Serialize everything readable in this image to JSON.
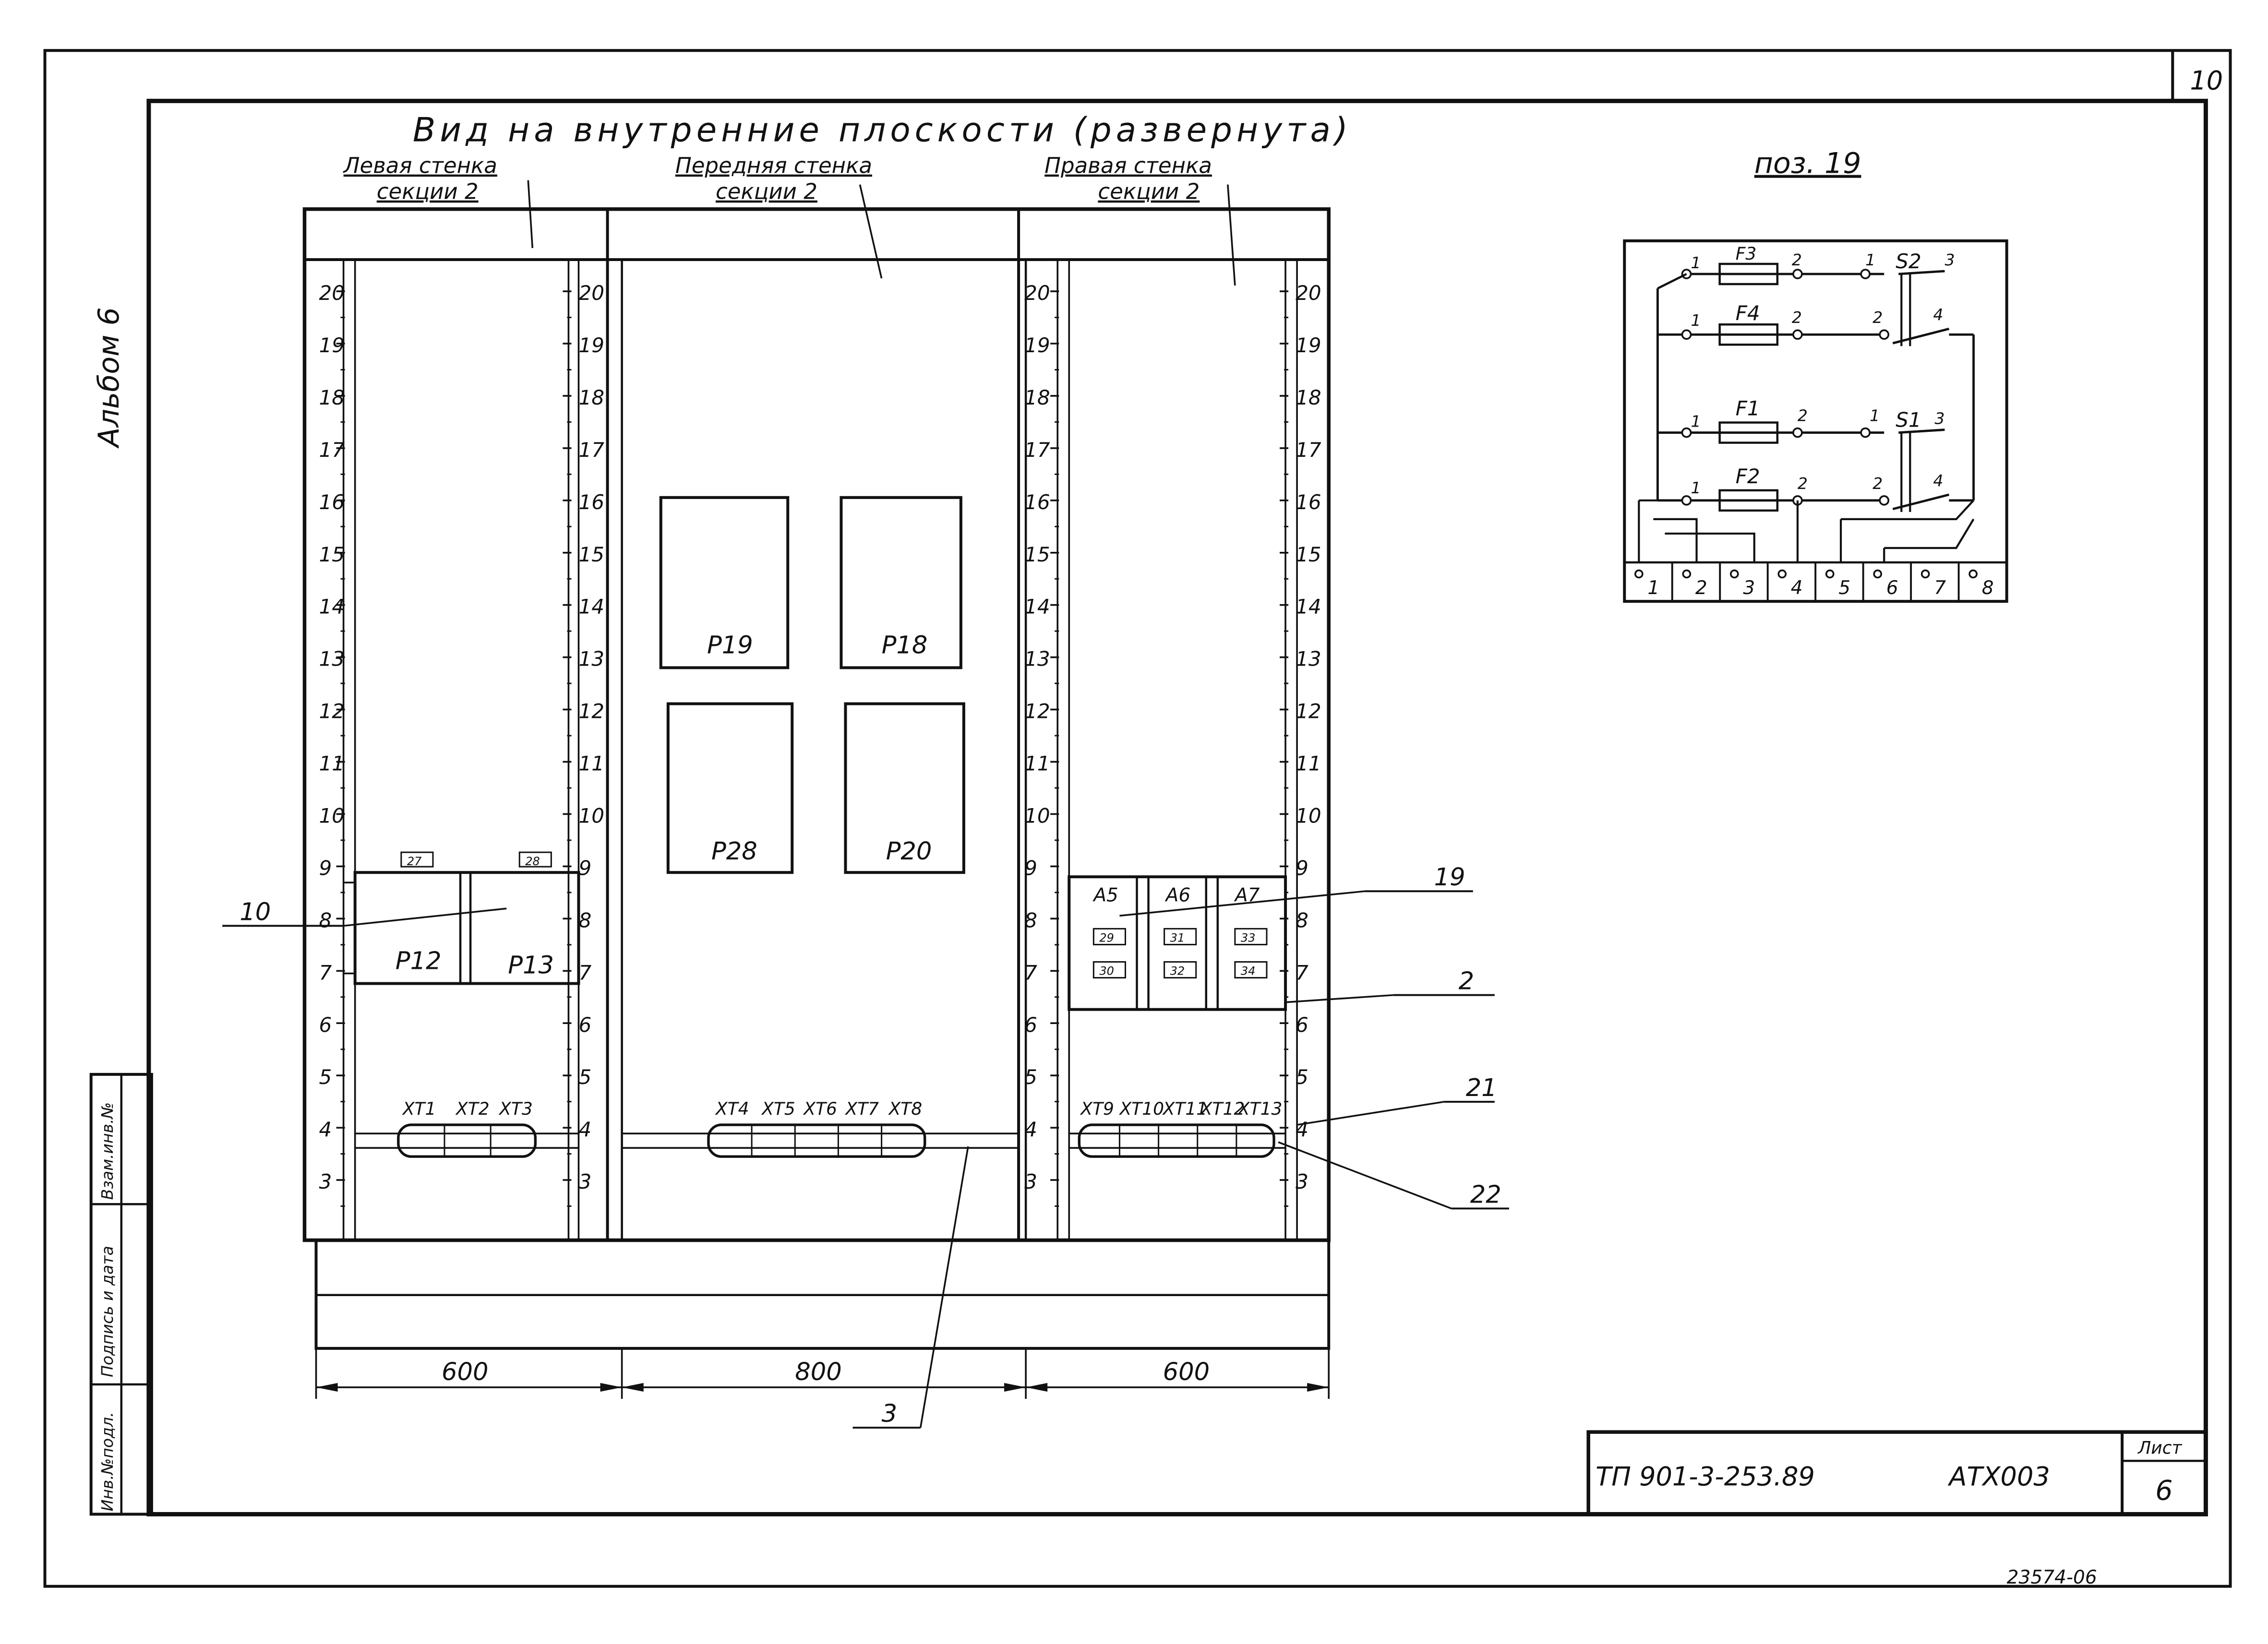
{
  "sheet_number_corner": "10",
  "album_label": "Альбом 6",
  "title": "Вид на внутренние плоскости (развернута)",
  "walls": {
    "left": {
      "line1": "Левая стенка",
      "line2": "секции 2",
      "dimension": "600"
    },
    "front": {
      "line1": "Передняя стенка",
      "line2": "секции 2",
      "dimension": "800"
    },
    "right": {
      "line1": "Правая стенка",
      "line2": "секции 2",
      "dimension": "600"
    }
  },
  "scale_numbers": [
    "20",
    "19",
    "18",
    "17",
    "16",
    "15",
    "14",
    "13",
    "12",
    "11",
    "10",
    "9",
    "8",
    "7",
    "6",
    "5",
    "4",
    "3"
  ],
  "right_edge_scale_lower": [
    "6",
    "7",
    "4",
    "3"
  ],
  "left_devices": {
    "p12": "P12",
    "p13": "P13",
    "tag_a": "27",
    "tag_b": "28"
  },
  "front_devices": {
    "p19": "P19",
    "p18": "P18",
    "p28": "P28",
    "p20": "P20"
  },
  "right_devices": {
    "a5": "A5",
    "a6": "A6",
    "a7": "A7",
    "tags": [
      "29",
      "31",
      "33",
      "30",
      "32",
      "34"
    ]
  },
  "terminals": {
    "left": [
      "XT1",
      "XT2",
      "XT3"
    ],
    "front": [
      "XT4",
      "XT5",
      "XT6",
      "XT7",
      "XT8"
    ],
    "right": [
      "XT9",
      "XT10",
      "XT11",
      "XT12",
      "XT13"
    ]
  },
  "callouts": {
    "c10": "10",
    "c19": "19",
    "c2": "2",
    "c21": "21",
    "c22": "22",
    "c3": "3"
  },
  "schematic": {
    "title": "поз. 19",
    "fuses": [
      "F3",
      "F4",
      "F1",
      "F2"
    ],
    "switches": [
      "S2",
      "S1"
    ],
    "terminals": [
      "1",
      "2",
      "3",
      "4",
      "5",
      "6",
      "7",
      "8"
    ],
    "pin1": "1",
    "pin2": "2",
    "pin3": "3",
    "pin4": "4"
  },
  "stamp_side": {
    "a": "Инв.№подл.",
    "b": "Подпись и дата",
    "c": "Взам.инв.№"
  },
  "title_block": {
    "code": "ТП 901-3-253.89",
    "doc": "АТХ003",
    "sheet_label": "Лист",
    "sheet": "6"
  },
  "archive_number": "23574-06"
}
